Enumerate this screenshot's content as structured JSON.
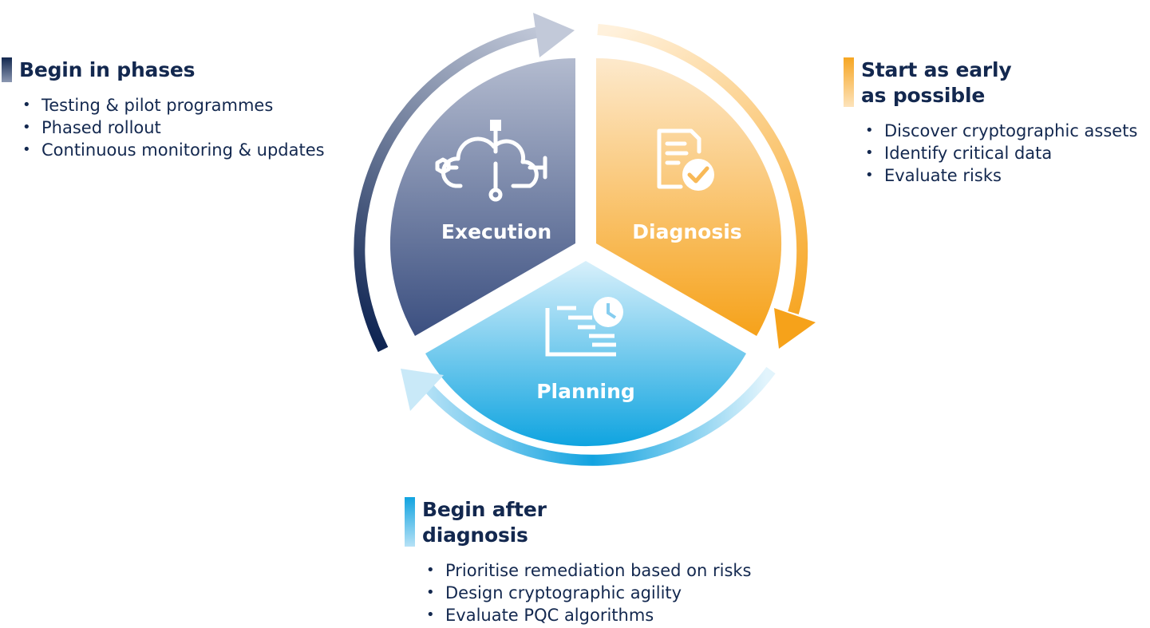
{
  "diagram": {
    "title": "Cryptographic migration cycle",
    "phases": [
      {
        "id": "execution",
        "label": "Execution",
        "icon": "cloud-network-icon"
      },
      {
        "id": "diagnosis",
        "label": "Diagnosis",
        "icon": "document-check-icon"
      },
      {
        "id": "planning",
        "label": "Planning",
        "icon": "schedule-clock-icon"
      }
    ],
    "colors": {
      "execution_dark": "#13284f",
      "execution_light": "#a9b2c8",
      "diagnosis_dark": "#f6a623",
      "diagnosis_light": "#fde5c2",
      "planning_dark": "#12a3e0",
      "planning_light": "#cdebf8",
      "text": "#13284f"
    }
  },
  "blocks": {
    "execution": {
      "heading": "Begin in phases",
      "items": [
        "Testing & pilot programmes",
        "Phased rollout",
        "Continuous monitoring & updates"
      ]
    },
    "diagnosis": {
      "heading_line1": "Start as early",
      "heading_line2": "as possible",
      "items": [
        "Discover cryptographic assets",
        "Identify critical data",
        "Evaluate risks"
      ]
    },
    "planning": {
      "heading_line1": "Begin after",
      "heading_line2": "diagnosis",
      "items": [
        "Prioritise remediation based on risks",
        "Design cryptographic agility",
        "Evaluate PQC algorithms"
      ]
    }
  }
}
